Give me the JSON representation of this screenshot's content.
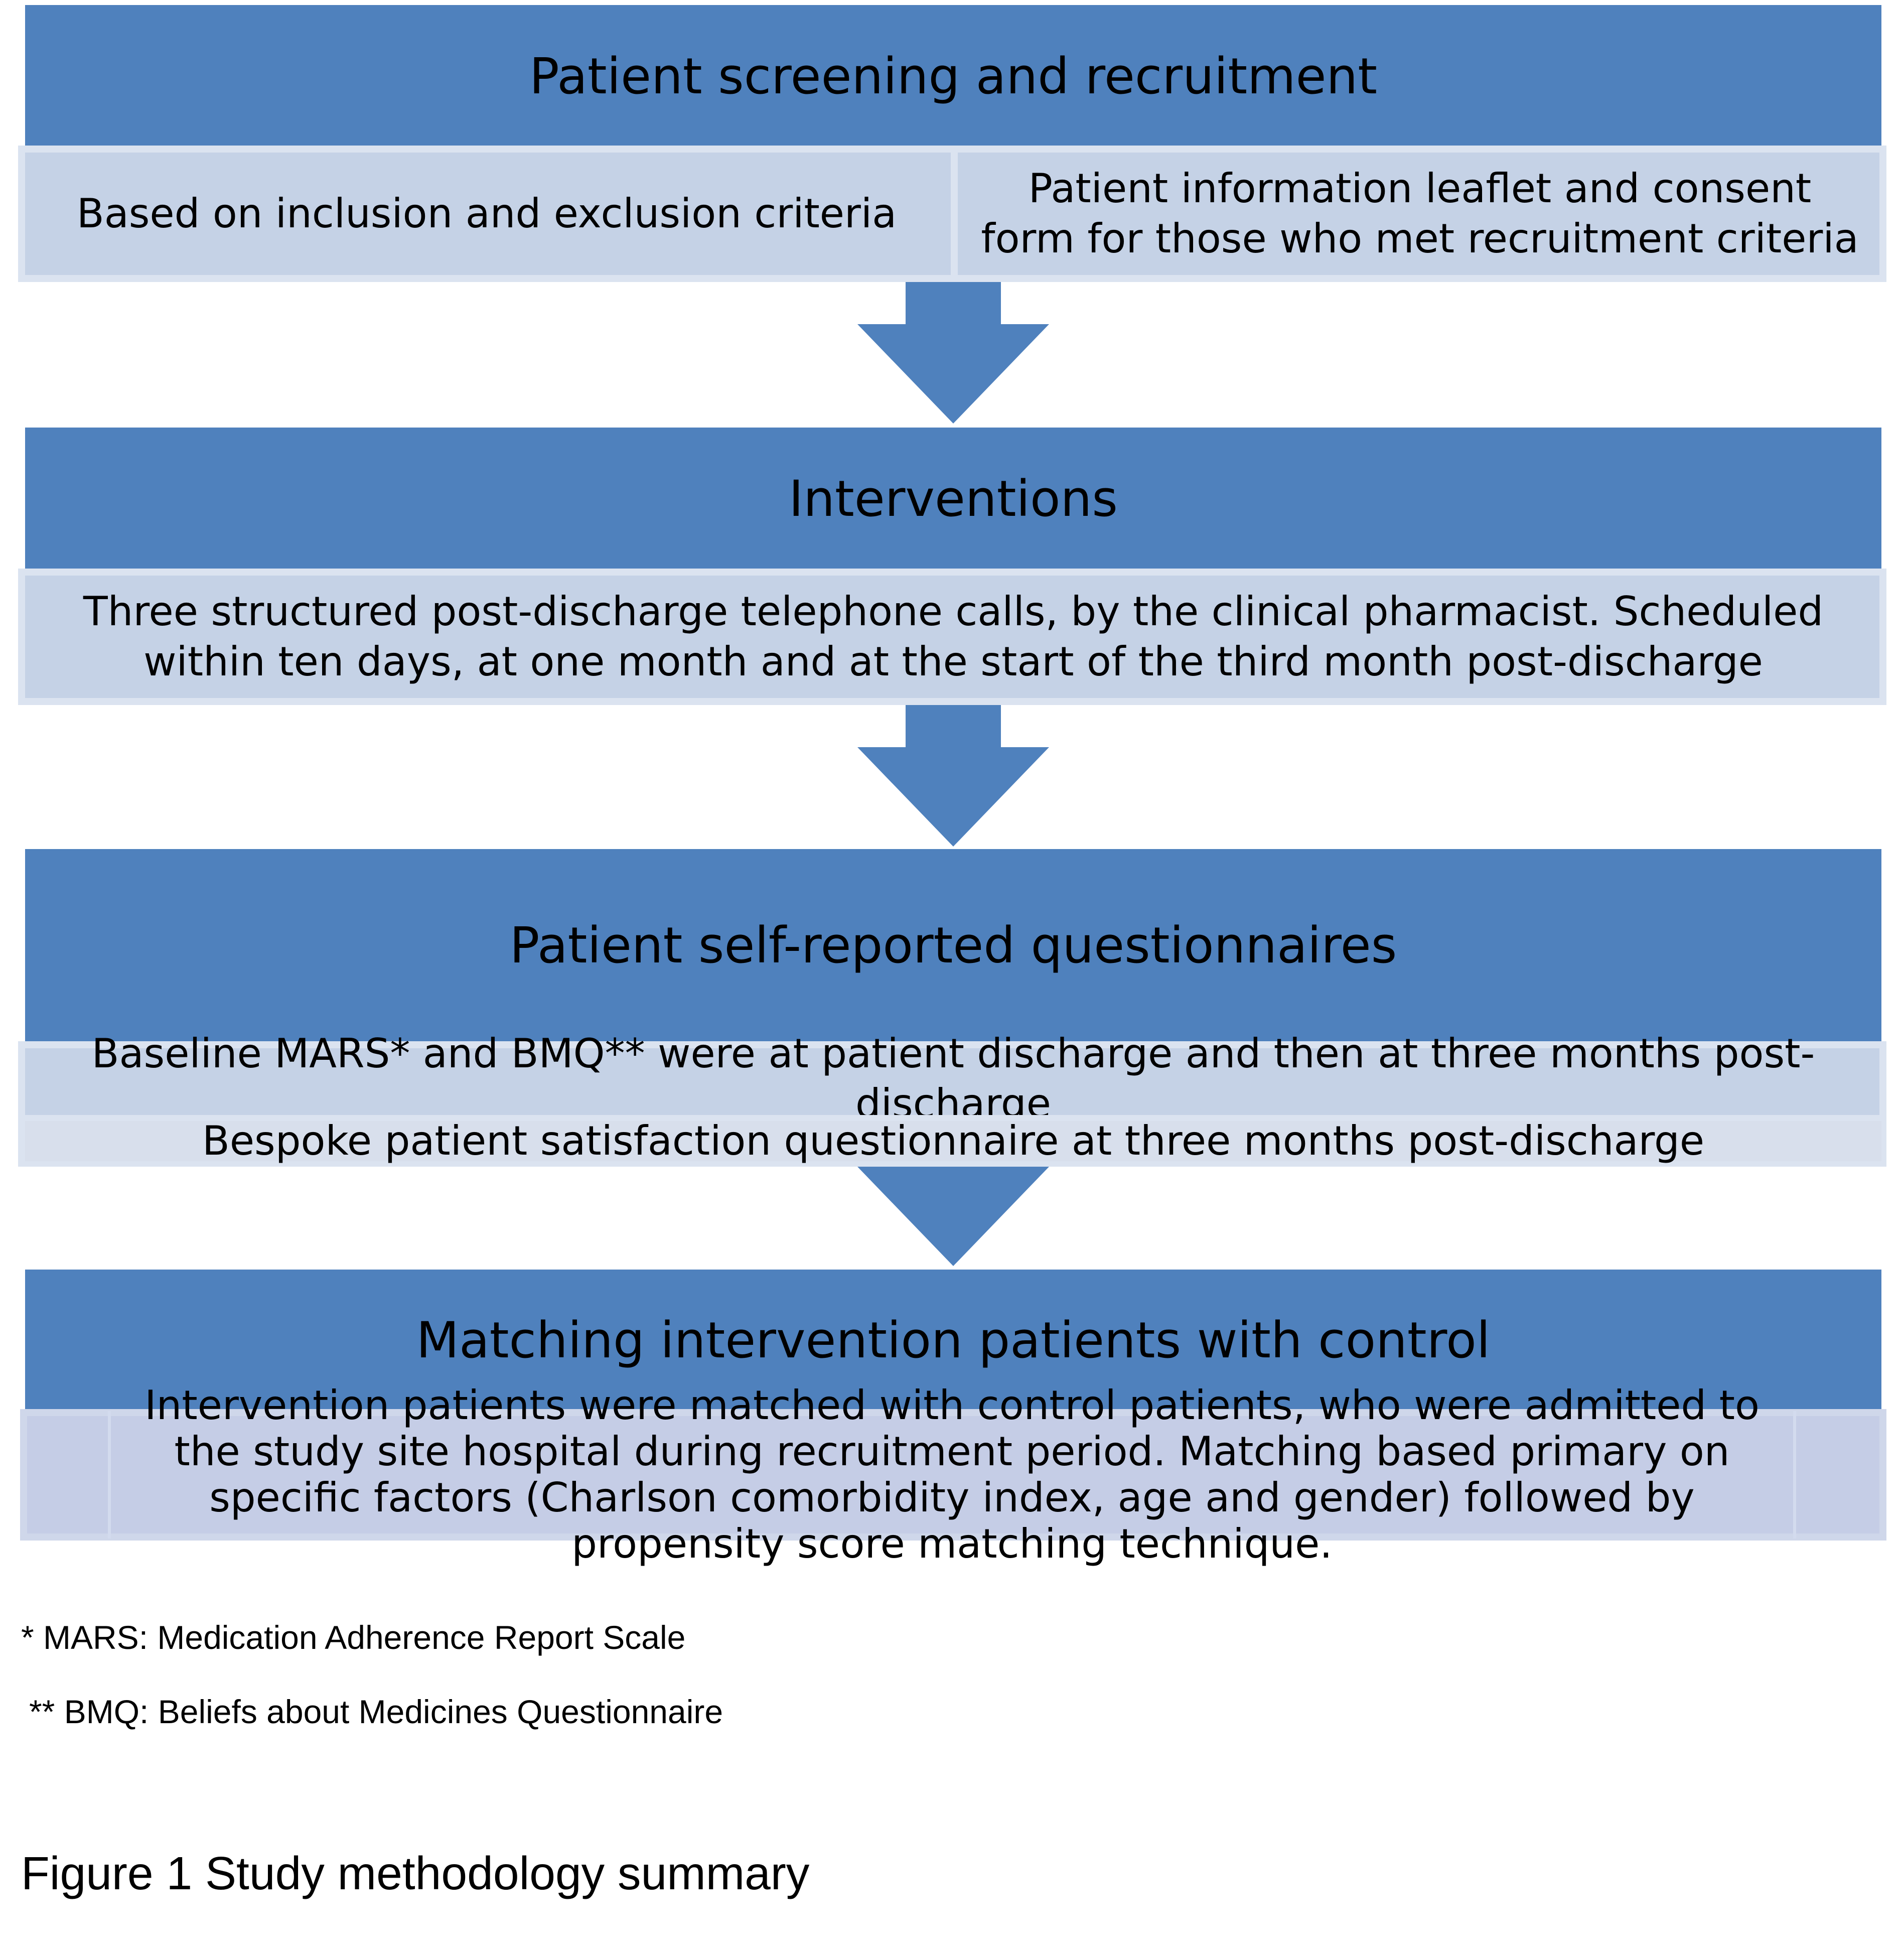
{
  "steps": [
    {
      "title": "Patient screening and recruitment",
      "cells": [
        "Based on inclusion and exclusion criteria",
        "Patient information leaflet and consent form for those who met recruitment criteria"
      ]
    },
    {
      "title": "Interventions",
      "cells": [
        "Three structured post-discharge telephone calls, by the clinical pharmacist. Scheduled within ten days, at one month and at the start of the third month post-discharge"
      ]
    },
    {
      "title": "Patient self-reported questionnaires",
      "cells": [
        "Baseline MARS* and BMQ** were at patient discharge and then at three months post-discharge",
        "Bespoke patient satisfaction questionnaire at three months post-discharge"
      ]
    },
    {
      "title": "Matching intervention patients with control",
      "cells": [
        "Intervention patients were matched with control patients, who were admitted to the study site hospital during recruitment period. Matching based primary on specific factors (Charlson comorbidity index, age and gender) followed by propensity score matching technique."
      ]
    }
  ],
  "footnotes": [
    "* MARS: Medication Adherence Report Scale",
    "** BMQ: Beliefs about Medicines Questionnaire"
  ],
  "caption": "Figure 1 Study methodology summary",
  "colors": {
    "header": "#4f81bd",
    "band": "#c5d2e6",
    "band_border": "#dbe3f0",
    "arrow": "#4f81bd"
  }
}
